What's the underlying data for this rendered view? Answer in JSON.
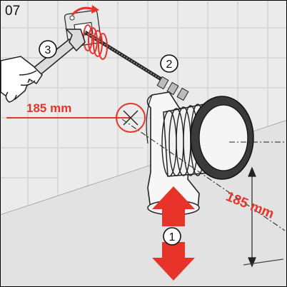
{
  "step_number": "07",
  "callouts": {
    "c1": "1",
    "c2": "2",
    "c3": "3"
  },
  "dimensions": {
    "left_label": "185 mm",
    "right_label": "185 mm"
  },
  "colors": {
    "accent_red": "#e8332a",
    "tile_gray": "#ebebeb",
    "floor_gray": "#e0e0e0",
    "gasket_dark": "#3a3a3a"
  }
}
